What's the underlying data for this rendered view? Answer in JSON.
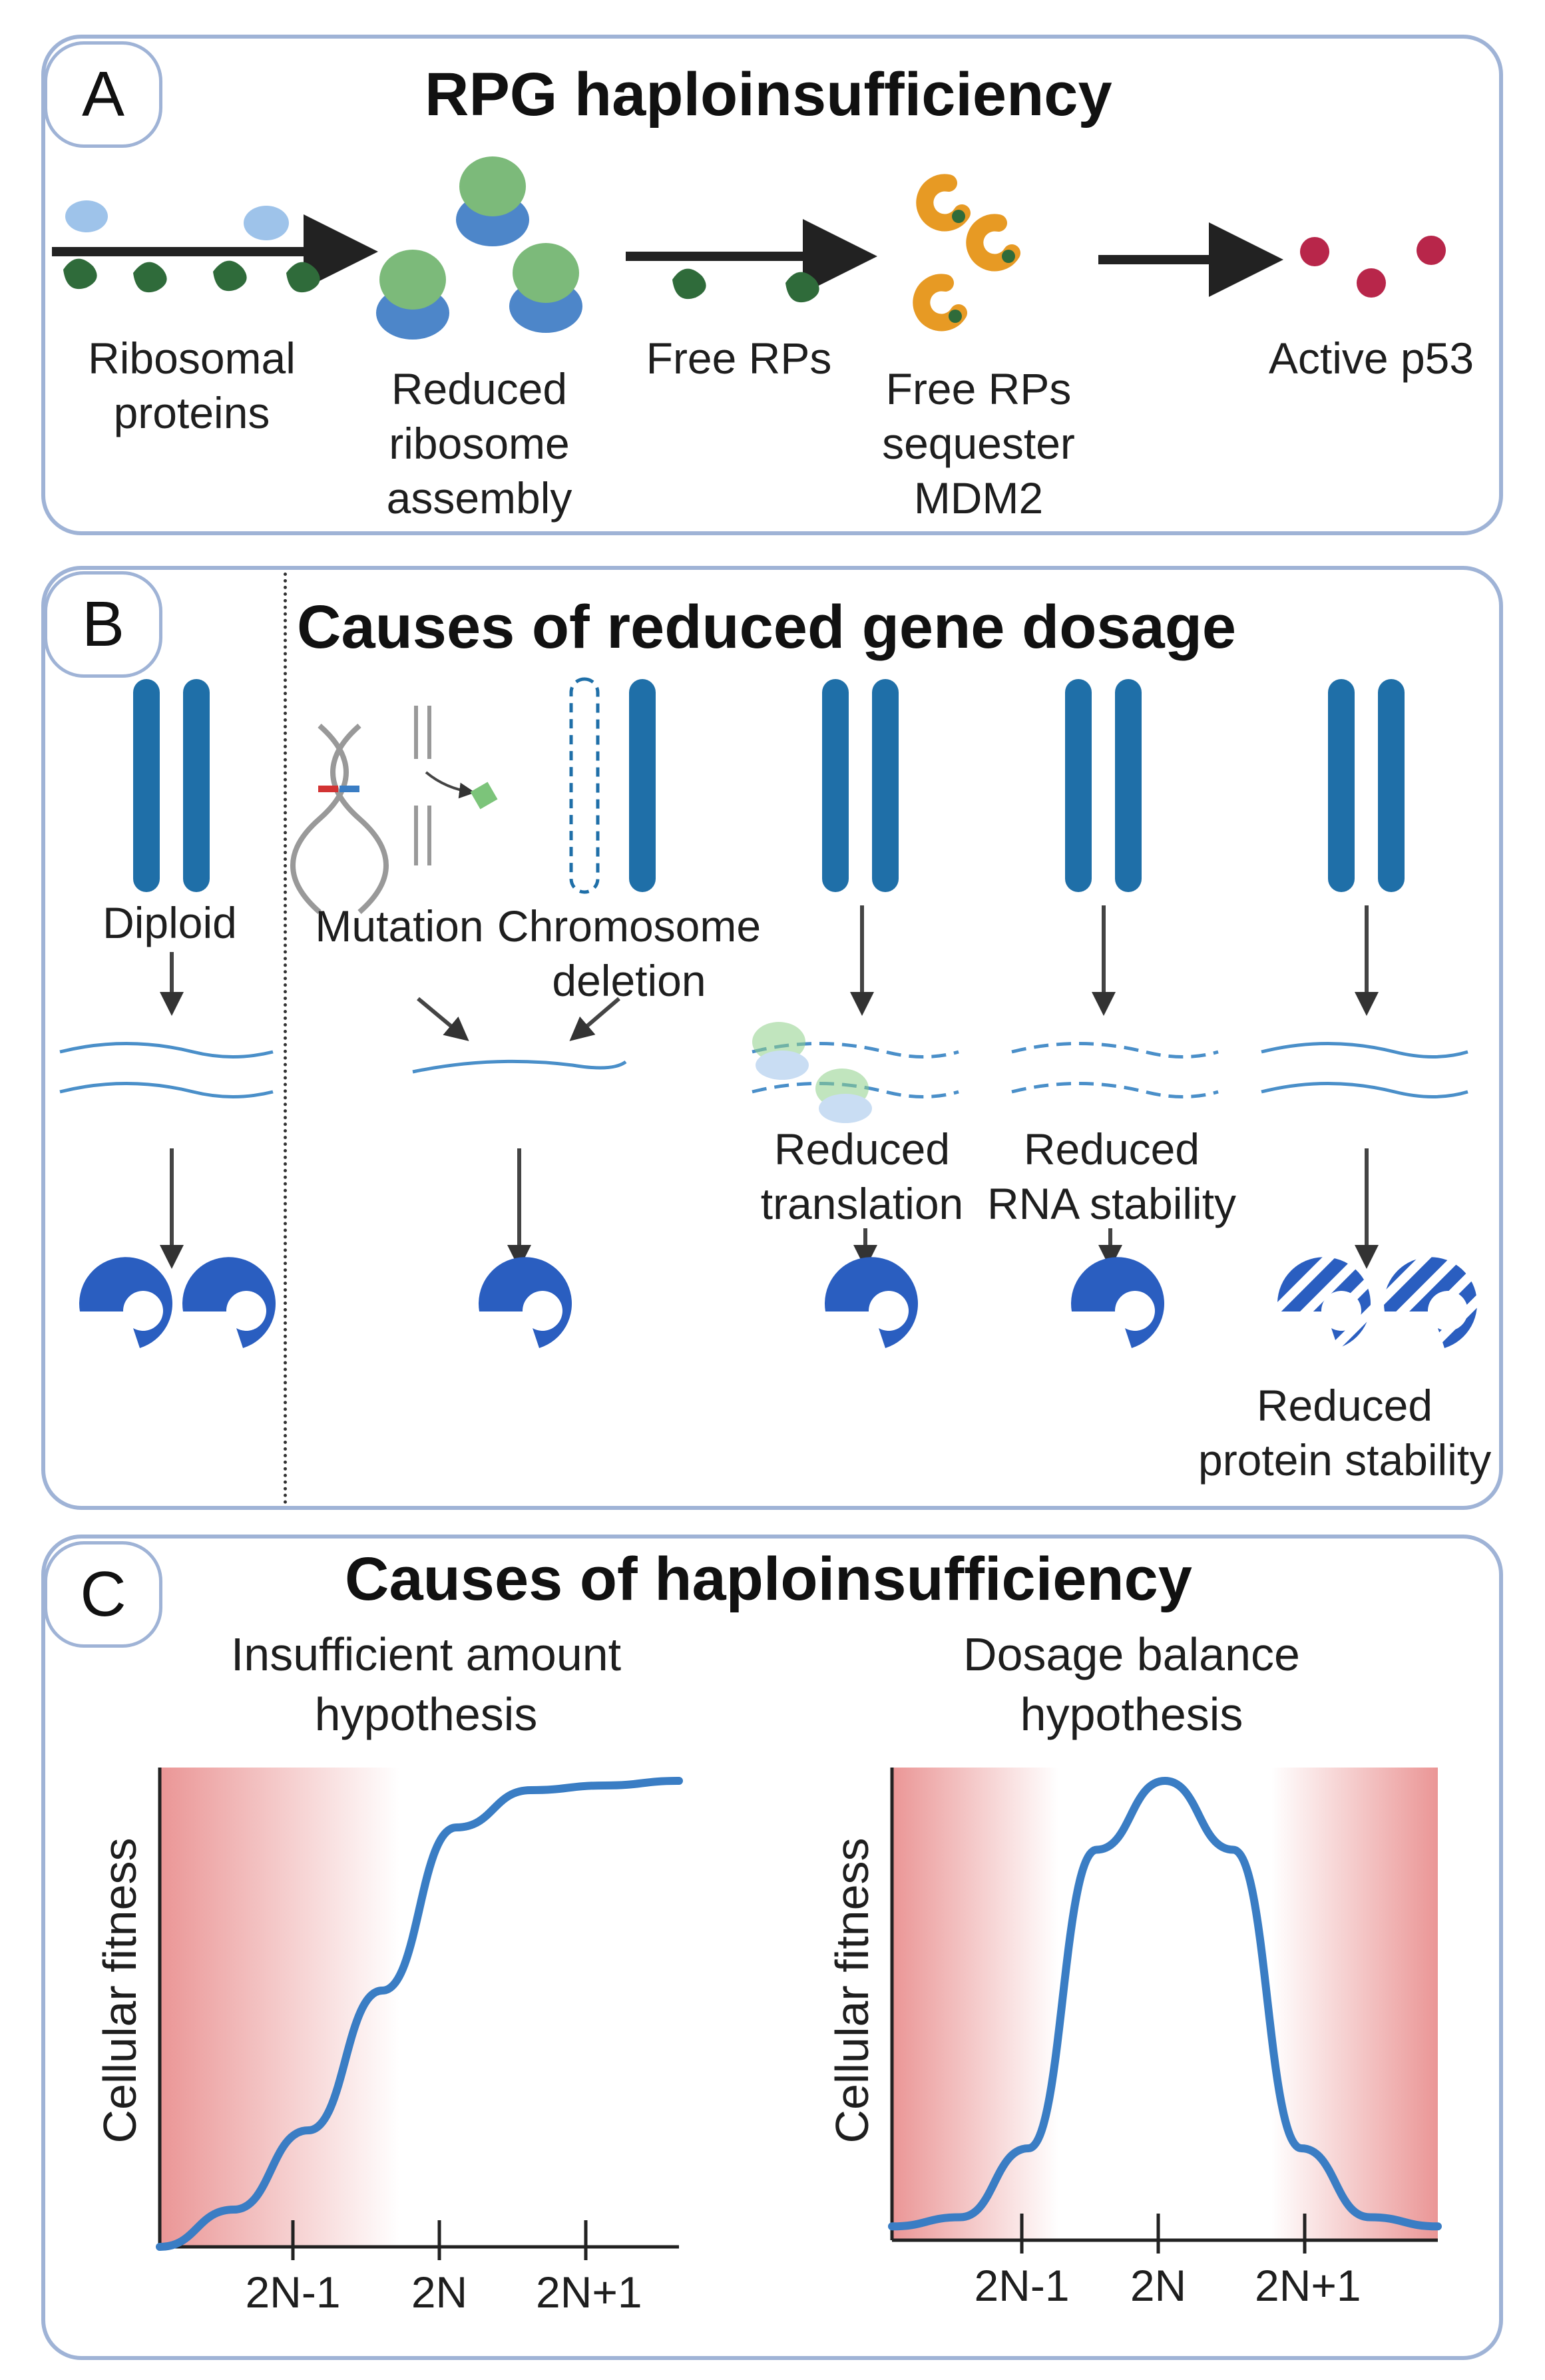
{
  "panelA": {
    "badge": "A",
    "title": "RPG haploinsufficiency",
    "labels": {
      "ribosomal_proteins": "Ribosomal\nproteins",
      "reduced_assembly": "Reduced\nribosome\nassembly",
      "free_rps": "Free RPs",
      "sequester": "Free RPs\nsequester\nMDM2",
      "active_p53": "Active p53"
    }
  },
  "panelB": {
    "badge": "B",
    "title": "Causes of reduced gene dosage",
    "labels": {
      "diploid": "Diploid",
      "mutation": "Mutation",
      "chromosome_deletion": "Chromosome\ndeletion",
      "reduced_translation": "Reduced\ntranslation",
      "reduced_rna_stability": "Reduced\nRNA stability",
      "reduced_protein_stability": "Reduced\nprotein stability"
    }
  },
  "panelC": {
    "badge": "C",
    "title": "Causes of haploinsufficiency",
    "colors": {
      "curve": "#3a7dc4",
      "shade": "#e88a8a"
    }
  },
  "chart_data": [
    {
      "type": "line",
      "title": "Insufficient amount\nhypothesis",
      "ylabel": "Cellular fitness",
      "xlabel": "",
      "x_ticks": [
        "2N-1",
        "2N",
        "2N+1"
      ],
      "shading": "left",
      "series": [
        {
          "x": [
            0,
            0.5,
            1,
            1.5,
            2,
            2.5,
            3,
            3.5
          ],
          "y": [
            0,
            0.08,
            0.25,
            0.55,
            0.9,
            0.98,
            0.99,
            1.0
          ]
        }
      ]
    },
    {
      "type": "line",
      "title": "Dosage balance\nhypothesis",
      "ylabel": "Cellular fitness",
      "xlabel": "",
      "x_ticks": [
        "2N-1",
        "2N",
        "2N+1"
      ],
      "shading": "both",
      "series": [
        {
          "x": [
            0,
            0.5,
            1,
            1.5,
            2,
            2.5,
            3,
            3.5,
            4
          ],
          "y": [
            0.03,
            0.05,
            0.2,
            0.85,
            1.0,
            0.85,
            0.2,
            0.05,
            0.03
          ]
        }
      ]
    }
  ]
}
